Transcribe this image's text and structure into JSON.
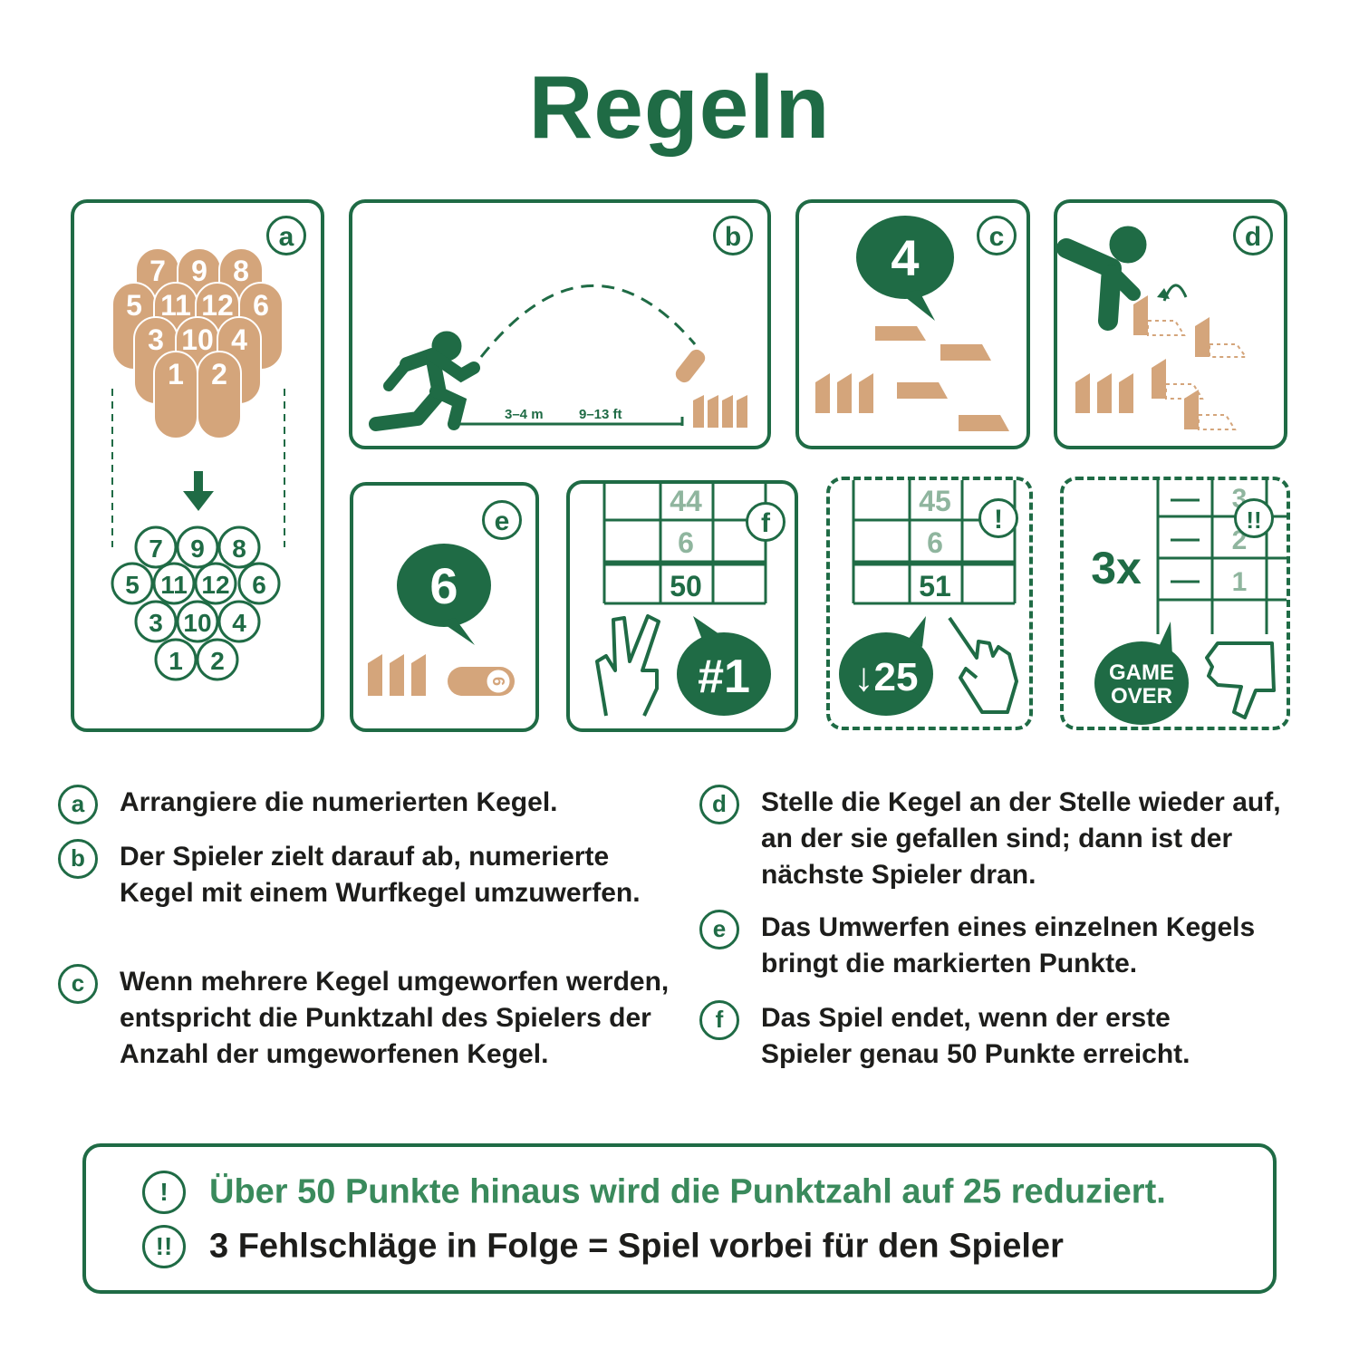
{
  "title": "Regeln",
  "colors": {
    "green": "#1f6b45",
    "light_green": "#3a8a5c",
    "wood": "#d4a57b",
    "text": "#1d1d1b"
  },
  "panels": {
    "a": {
      "badge": "a",
      "top_pins": [
        "7",
        "9",
        "8",
        "5",
        "11",
        "12",
        "6",
        "3",
        "10",
        "4",
        "1",
        "2"
      ],
      "bottom_pins": [
        "7",
        "9",
        "8",
        "5",
        "11",
        "12",
        "6",
        "3",
        "10",
        "4",
        "1",
        "2"
      ]
    },
    "b": {
      "badge": "b",
      "distance_m": "3–4 m",
      "distance_ft": "9–13 ft"
    },
    "c": {
      "badge": "c",
      "bubble": "4"
    },
    "d": {
      "badge": "d"
    },
    "e": {
      "badge": "e",
      "bubble": "6",
      "pin_number": "6"
    },
    "f": {
      "badge": "f",
      "scores": [
        "44",
        "6",
        "50"
      ],
      "bubble": "#1"
    },
    "warn1": {
      "badge": "!",
      "scores": [
        "45",
        "6",
        "51"
      ],
      "bubble": "↓25"
    },
    "warn2": {
      "badge": "!!",
      "multiplier": "3x",
      "scores": [
        "3",
        "2",
        "1"
      ],
      "bubble_line1": "GAME",
      "bubble_line2": "OVER"
    }
  },
  "rules": [
    {
      "letter": "a",
      "text": "Arrangiere die numerierten Kegel."
    },
    {
      "letter": "b",
      "text": "Der Spieler zielt darauf ab, numerierte Kegel mit einem Wurfkegel umzuwerfen."
    },
    {
      "letter": "c",
      "text": "Wenn mehrere Kegel umgeworfen werden, entspricht die Punktzahl des Spielers der Anzahl der umgeworfenen Kegel."
    },
    {
      "letter": "d",
      "text": "Stelle die Kegel an der Stelle wieder auf, an der sie gefallen sind; dann ist der nächste Spieler dran."
    },
    {
      "letter": "e",
      "text": "Das Umwerfen eines einzelnen Kegels bringt die markierten Punkte."
    },
    {
      "letter": "f",
      "text": "Das Spiel endet, wenn der erste Spieler genau 50 Punkte erreicht."
    }
  ],
  "notes": [
    {
      "letter": "!",
      "text": "Über 50 Punkte hinaus wird die Punktzahl auf 25 reduziert."
    },
    {
      "letter": "!!",
      "text": "3 Fehlschläge in Folge = Spiel vorbei für den Spieler"
    }
  ]
}
